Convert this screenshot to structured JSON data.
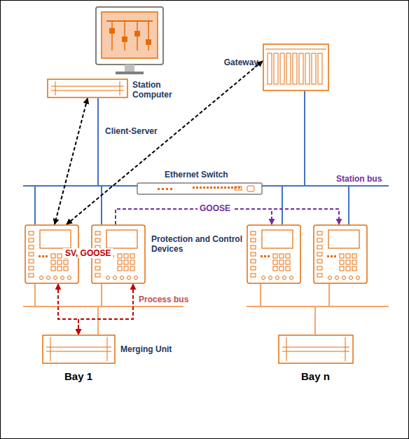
{
  "diagram": {
    "nodes": [
      {
        "text": [
          "Station Computer"
        ]
      },
      {
        "text": [
          "Gateway"
        ]
      },
      {
        "text": [
          "Ethernet Switch"
        ]
      },
      {
        "text": []
      },
      {
        "text": [
          "Protection and Control Devices"
        ]
      },
      {
        "text": []
      },
      {
        "text": []
      },
      {
        "text": [
          "Merging Unit"
        ]
      },
      {
        "text": []
      }
    ],
    "edges": [
      {
        "from": 0,
        "to": 3,
        "arrow": "both"
      },
      {
        "from": 1,
        "to": 3,
        "arrow": "both"
      },
      {
        "from": 4,
        "to": 5,
        "arrow": "to"
      },
      {
        "from": 4,
        "to": 6,
        "arrow": "to"
      },
      {
        "from": 3,
        "to": 7,
        "arrow": "both"
      },
      {
        "from": 4,
        "to": 7,
        "arrow": "both"
      }
    ],
    "labels": [
      "Client-Server",
      "Station bus",
      "GOOSE",
      "SV, GOOSE",
      "Process bus",
      "Bay 1",
      "Bay n"
    ]
  }
}
